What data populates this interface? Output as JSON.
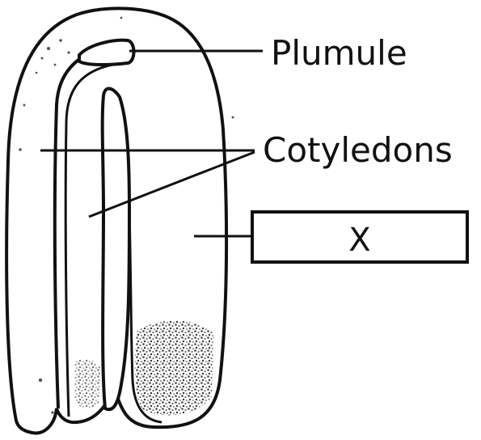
{
  "labels": {
    "plumule": "Plumule",
    "cotyledons": "Cotyledons",
    "unknown_part": "X"
  }
}
